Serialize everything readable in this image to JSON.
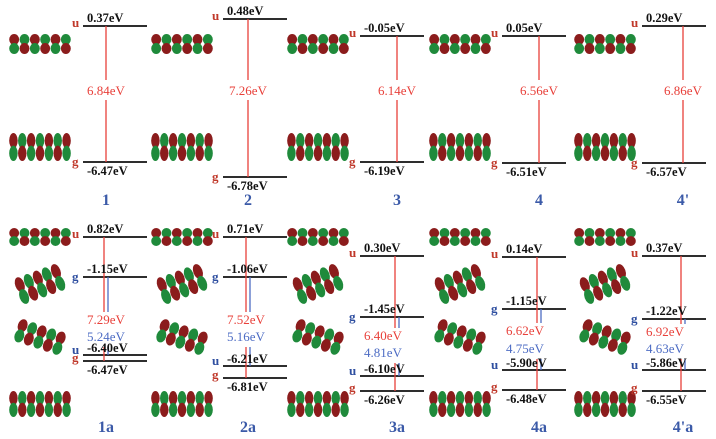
{
  "colors": {
    "level": "#111111",
    "gap_red": "#e8403a",
    "gap_blue": "#4d6cc4",
    "label": "#3b5aa8",
    "sym_red": "#c0392b",
    "sym_blue": "#2f4fa0",
    "orbital_red": "#8b1c1c",
    "orbital_green": "#1f8a3b"
  },
  "top_row": [
    {
      "label": "1",
      "u": "0.37eV",
      "gap": "6.84eV",
      "g": "-6.47eV"
    },
    {
      "label": "2",
      "u": "0.48eV",
      "gap": "7.26eV",
      "g": "-6.78eV"
    },
    {
      "label": "3",
      "u": "-0.05eV",
      "gap": "6.14eV",
      "g": "-6.19eV"
    },
    {
      "label": "4",
      "u": "0.05eV",
      "gap": "6.56eV",
      "g": "-6.51eV"
    },
    {
      "label": "4'",
      "u": "0.29eV",
      "gap": "6.86eV",
      "g": "-6.57eV"
    }
  ],
  "bottom_row": [
    {
      "label": "1a",
      "u_top": "0.82eV",
      "g_mid": "-1.15eV",
      "gap_red": "7.29eV",
      "gap_blue": "5.24eV",
      "u_low": "-6.40eV",
      "g_low": "-6.47eV"
    },
    {
      "label": "2a",
      "u_top": "0.71eV",
      "g_mid": "-1.06eV",
      "gap_red": "7.52eV",
      "gap_blue": "5.16eV",
      "u_low": "-6.21eV",
      "g_low": "-6.81eV"
    },
    {
      "label": "3a",
      "u_top": "0.30eV",
      "g_mid": "-1.45eV",
      "gap_red": "6.40eV",
      "gap_blue": "4.81eV",
      "u_low": "-6.10eV",
      "g_low": "-6.26eV"
    },
    {
      "label": "4a",
      "u_top": "0.14eV",
      "g_mid": "-1.15eV",
      "gap_red": "6.62eV",
      "gap_blue": "4.75eV",
      "u_low": "-5.90eV",
      "g_low": "-6.48eV"
    },
    {
      "label": "4'a",
      "u_top": "0.37eV",
      "g_mid": "-1.22eV",
      "gap_red": "6.92eV",
      "gap_blue": "4.63eV",
      "u_low": "-5.86eV",
      "g_low": "-6.55eV"
    }
  ],
  "symmetry": {
    "u": "u",
    "g": "g"
  }
}
